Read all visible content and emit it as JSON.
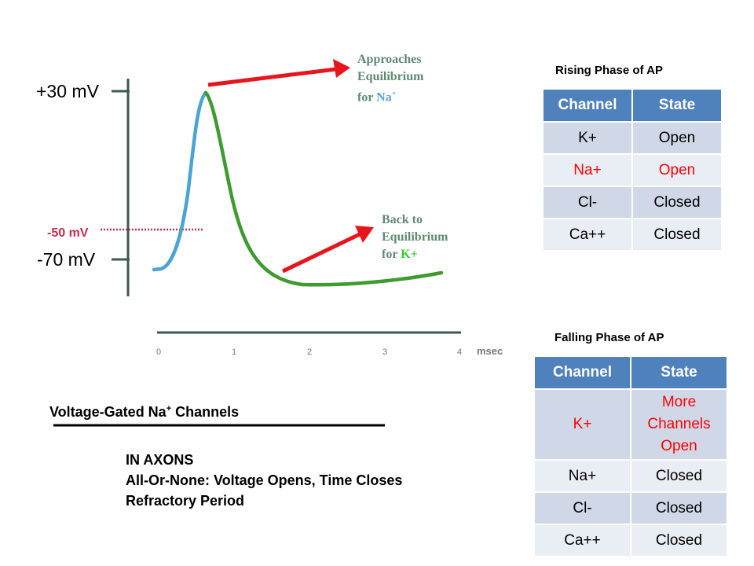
{
  "graph": {
    "y_labels": {
      "plus30": "+30 mV",
      "minus50": "-50 mV",
      "minus70": "-70 mV"
    },
    "x_ticks": [
      "0",
      "1",
      "2",
      "3",
      "4"
    ],
    "x_unit": "msec",
    "colors": {
      "rising": "#4aa3d6",
      "falling": "#3f9a30",
      "arrow": "#e8141c",
      "threshold": "#cc2a4a",
      "axis": "#3a5a52"
    }
  },
  "annotations": {
    "na_label": {
      "line1": "Approaches",
      "line2": "Equilibrium",
      "line3_prefix": "for ",
      "ion": "Na",
      "sup": "+"
    },
    "k_label": {
      "line1": "Back to",
      "line2": "Equilibrium",
      "line3_prefix": "for ",
      "ion": "K+"
    }
  },
  "rising_table": {
    "title": "Rising Phase of AP",
    "headers": [
      "Channel",
      "State"
    ],
    "rows": [
      {
        "channel": "K+",
        "state": "Open"
      },
      {
        "channel": "Na+",
        "state": "Open"
      },
      {
        "channel": "Cl-",
        "state": "Closed"
      },
      {
        "channel": "Ca++",
        "state": "Closed"
      }
    ]
  },
  "falling_table": {
    "title": "Falling Phase of AP",
    "headers": [
      "Channel",
      "State"
    ],
    "rows": [
      {
        "channel": "K+",
        "state_line1": "More",
        "state_line2": "Channels",
        "state_line3": "Open"
      },
      {
        "channel": "Na+",
        "state": "Closed"
      },
      {
        "channel": "Cl-",
        "state": "Closed"
      },
      {
        "channel": "Ca++",
        "state": "Closed"
      }
    ]
  },
  "notes": {
    "heading_prefix": "Voltage-Gated Na",
    "heading_sup": "+",
    "heading_suffix": " Channels",
    "line1": "IN AXONS",
    "line2": "All-Or-None:  Voltage Opens, Time Closes",
    "line3": "Refractory Period"
  }
}
